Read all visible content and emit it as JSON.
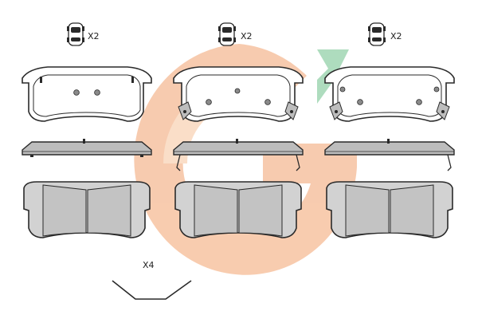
{
  "figure": {
    "sets": [
      {
        "position": "left",
        "quantity_label": "X2"
      },
      {
        "position": "center",
        "quantity_label": "X2"
      },
      {
        "position": "right",
        "quantity_label": "X2"
      }
    ],
    "clip_quantity_label": "X4"
  },
  "colors": {
    "outline": "#2a2a2a",
    "pad_fill": "#ffffff",
    "friction_fill": "#d2d2d2",
    "backplate_fill": "#bdbdbd",
    "watermark_orange": "#f2a26e",
    "watermark_green": "#6cc08a"
  },
  "icons": {
    "car": "car-top-view-icon",
    "watermark": "brand-logo-watermark"
  }
}
